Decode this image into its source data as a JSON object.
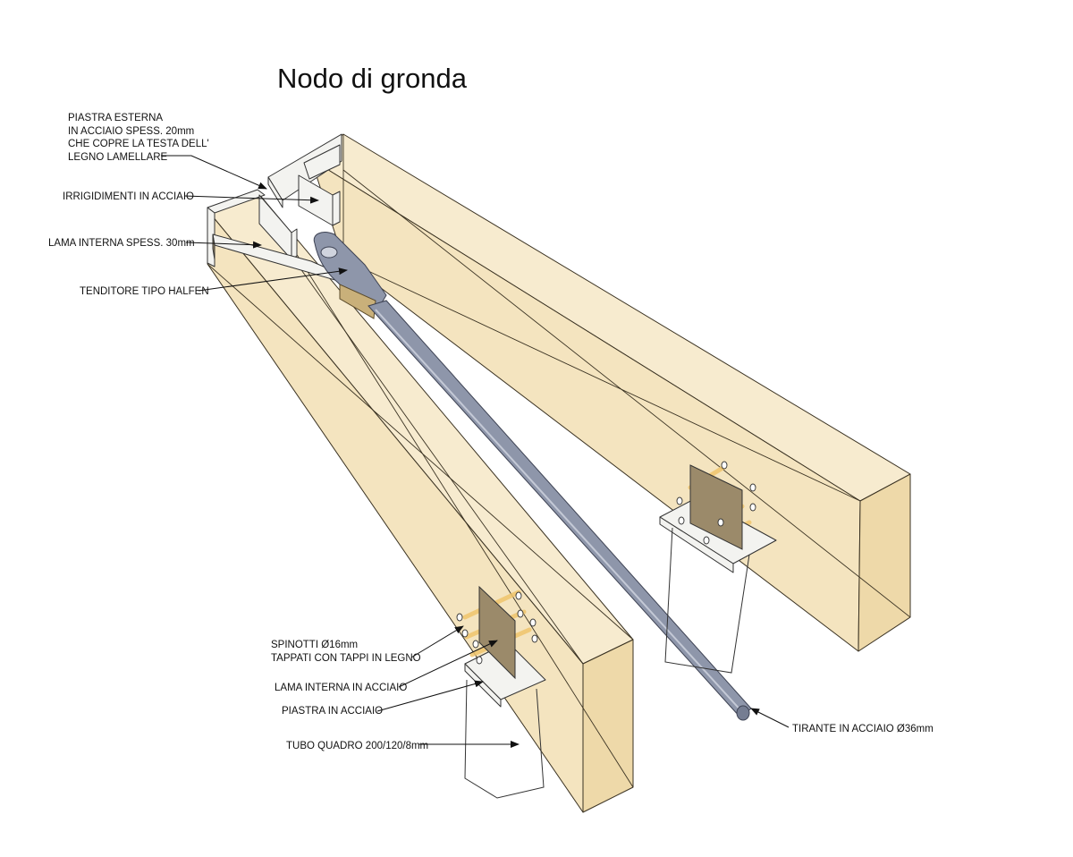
{
  "title": "Nodo di gronda",
  "labels": {
    "piastra_esterna": [
      "PIASTRA ESTERNA",
      "IN ACCIAIO SPESS. 20mm",
      "CHE COPRE LA TESTA DELL'",
      "LEGNO LAMELLARE"
    ],
    "irrigidimenti": "IRRIGIDIMENTI IN ACCIAIO",
    "lama_interna_spess": "LAMA INTERNA SPESS. 30mm",
    "tenditore": "TENDITORE TIPO HALFEN",
    "spinotti": [
      "SPINOTTI Ø16mm",
      "TAPPATI CON TAPPI IN LEGNO"
    ],
    "lama_interna": "LAMA INTERNA IN ACCIAIO",
    "piastra": "PIASTRA IN ACCIAIO",
    "tubo": "TUBO QUADRO 200/120/8mm",
    "tirante": "TIRANTE IN ACCIAIO Ø36mm"
  },
  "colors": {
    "wood": "#f4e4bf",
    "steel_rod": "#8e96aa",
    "pins": "#f0c56c"
  }
}
